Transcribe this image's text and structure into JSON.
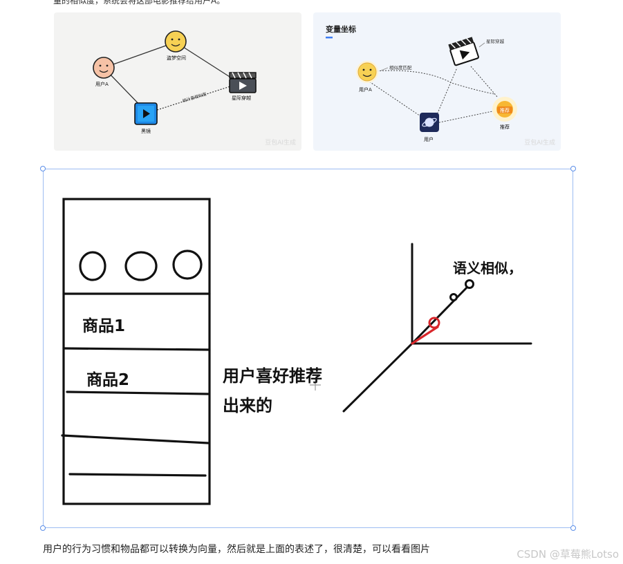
{
  "top_text": "量的相似度，系统会将这部电影推荐给用户A。",
  "left_figure": {
    "user_label": "用户A",
    "movie1_label": "盗梦空间",
    "movie2_label": "黑镜",
    "movie3_label": "星际穿越",
    "link_label": "统计喜相似度",
    "watermark": "豆包AI生成"
  },
  "right_figure": {
    "title": "变量坐标",
    "user_label": "用户A",
    "link_label": "相似度匹配",
    "film_label": "星际穿越",
    "planet_label": "用户",
    "recommend_badge": "推荐",
    "recommend_label": "推荐",
    "watermark": "豆包AI生成"
  },
  "sketch": {
    "item1": "商品1",
    "item2": "商品2",
    "recommend_line1": "用户喜好推荐",
    "recommend_line2": "出来的",
    "semantic_label": "语义相似，"
  },
  "caption": "用户的行为习惯和物品都可以转换为向量，然后就是上面的表述了，很清楚，可以看看图片",
  "credit": "CSDN @草莓熊Lotso",
  "colors": {
    "selection_border": "#9cbcf2",
    "handle": "#5b8ee8",
    "accent_red": "#d9262b",
    "blue_play": "#1e88e5",
    "navy_planet": "#1e2a5a",
    "yellow_face": "#f7d154"
  }
}
